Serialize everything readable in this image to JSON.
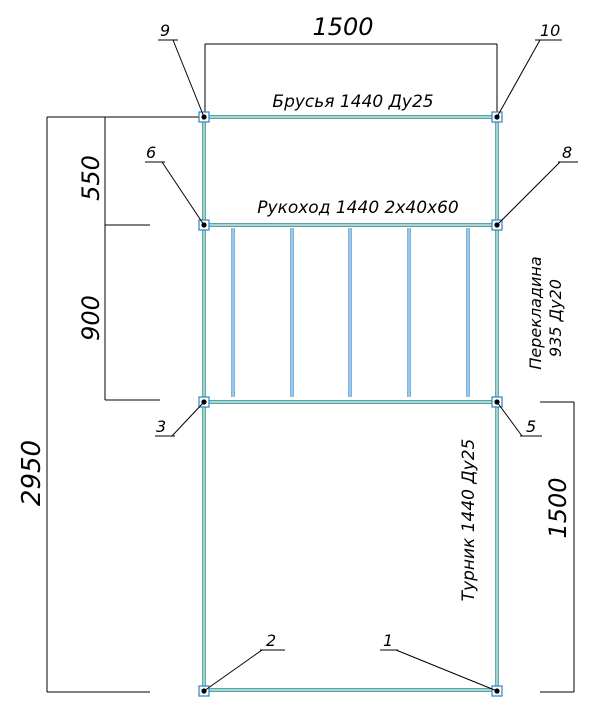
{
  "dimensions": {
    "top_width": "1500",
    "total_height": "2950",
    "top_section": "550",
    "middle_section": "900",
    "bottom_section": "1500"
  },
  "labels": {
    "bars": "Брусья 1440 Ду25",
    "monkey_bars": "Рукоход 1440 2х40х60",
    "crossbar_line1": "Перекладина",
    "crossbar_line2": "935 Ду20",
    "horizontal_bar": "Турник 1440 Ду25"
  },
  "nodes": [
    "1",
    "2",
    "3",
    "5",
    "6",
    "8",
    "9",
    "10"
  ],
  "colors": {
    "frame": "#1a8c86",
    "rungs": "#2a82c8",
    "line": "#000000"
  }
}
